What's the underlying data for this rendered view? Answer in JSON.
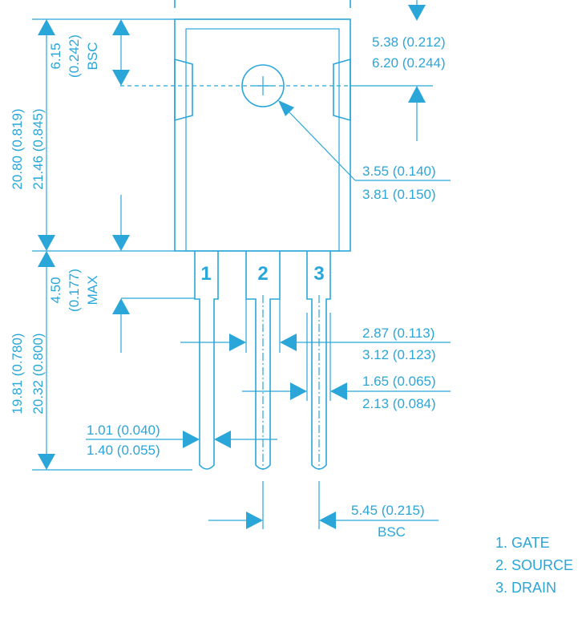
{
  "colors": {
    "line": "#2aa6d9",
    "background": "#ffffff"
  },
  "pins": [
    "1",
    "2",
    "3"
  ],
  "dimensions": {
    "hole_offset": {
      "line1": "6.15",
      "line2": "(0.242)",
      "line3": "BSC"
    },
    "body_height": {
      "min": "20.80 (0.819)",
      "max": "21.46 (0.845)"
    },
    "tab_notch": {
      "min": "5.38 (0.212)",
      "max": "6.20 (0.244)"
    },
    "hole_diameter": {
      "min": "3.55 (0.140)",
      "max": "3.81 (0.150)"
    },
    "lead_shoulder": {
      "line1": "4.50",
      "line2": "(0.177)",
      "line3": "MAX"
    },
    "lead_length": {
      "min": "19.81 (0.780)",
      "max": "20.32 (0.800)"
    },
    "shoulder_width": {
      "min": "2.87 (0.113)",
      "max": "3.12 (0.123)"
    },
    "lead_width_upper": {
      "min": "1.65 (0.065)",
      "max": "2.13 (0.084)"
    },
    "lead_width_lower": {
      "min": "1.01 (0.040)",
      "max": "1.40 (0.055)"
    },
    "lead_pitch": {
      "value": "5.45 (0.215)",
      "note": "BSC"
    }
  },
  "legend": [
    "1. GATE",
    "2. SOURCE",
    "3. DRAIN"
  ]
}
